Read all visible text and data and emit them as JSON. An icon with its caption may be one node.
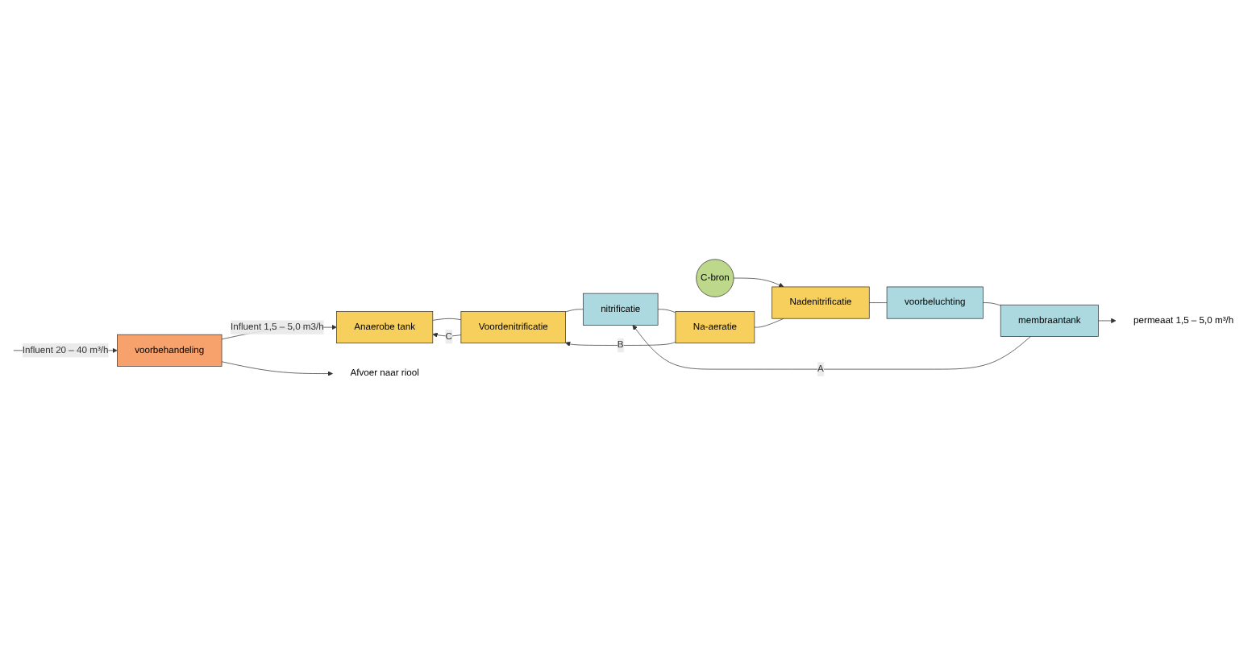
{
  "diagram": {
    "nodes": [
      {
        "text": [
          "C-bron"
        ]
      },
      {
        "text": [
          "Anaerobe tank"
        ]
      },
      {
        "text": [
          "Voordenitrificatie"
        ]
      },
      {
        "text": [
          "nitrificatie"
        ]
      },
      {
        "text": [
          "Na-aeratie"
        ]
      },
      {
        "text": [
          "Nadenitrificatie"
        ]
      },
      {
        "text": [
          "voorbehandeling"
        ]
      },
      {
        "text": [
          "Afvoer naar riool"
        ]
      },
      {
        "text": [
          "membraantank"
        ]
      },
      {
        "text": [
          "voorbeluchting"
        ]
      },
      {
        "text": [
          "permeaat 1,5 – 5,0 m³/h"
        ]
      }
    ],
    "edges": [
      {
        "from": 2,
        "to": 1,
        "arrow": "to",
        "label": "C"
      },
      {
        "from": 4,
        "to": 2,
        "arrow": "to",
        "label": "B"
      },
      {
        "from": 0,
        "to": 5,
        "arrow": "to"
      },
      {
        "from": 1,
        "to": 2,
        "arrow": "none"
      },
      {
        "from": 2,
        "to": 3,
        "arrow": "none"
      },
      {
        "from": 3,
        "to": 4,
        "arrow": "none"
      },
      {
        "from": 4,
        "to": 5,
        "arrow": "none"
      },
      {
        "from": 6,
        "to": 1,
        "arrow": "to",
        "label": "Influent 1,5 – 5,0 m3/h"
      },
      {
        "from": 6,
        "to": 7,
        "arrow": "to"
      },
      {
        "from": 8,
        "to": 3,
        "arrow": "to",
        "label": "A"
      },
      {
        "from": 5,
        "to": 9,
        "arrow": "none"
      },
      {
        "from": 9,
        "to": 8,
        "arrow": "none"
      },
      {
        "from": 8,
        "to": 10,
        "arrow": "to"
      },
      {
        "from": null,
        "to": 6,
        "arrow": "to",
        "label": "Influent 20 – 40 m³/h"
      }
    ]
  }
}
